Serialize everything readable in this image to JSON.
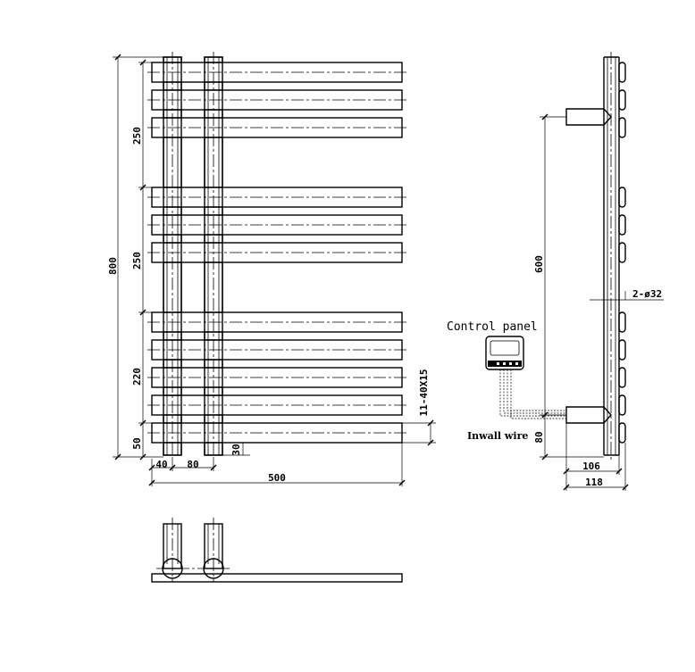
{
  "dimensions": {
    "overall_height": "800",
    "section_1": "250",
    "section_2": "250",
    "section_3": "220",
    "bottom_offset": "50",
    "pipe_left_offset": "40",
    "pipe_spacing": "80",
    "pipe_below": "30",
    "overall_width": "500",
    "bar_spec": "11-40X15",
    "connection_spacing": "600",
    "connection_bottom": "80",
    "connection_size": "2-ø32",
    "depth_inner": "106",
    "depth_outer": "118"
  },
  "labels": {
    "control_panel": "Control panel",
    "inwall_wire": "Inwall wire"
  }
}
